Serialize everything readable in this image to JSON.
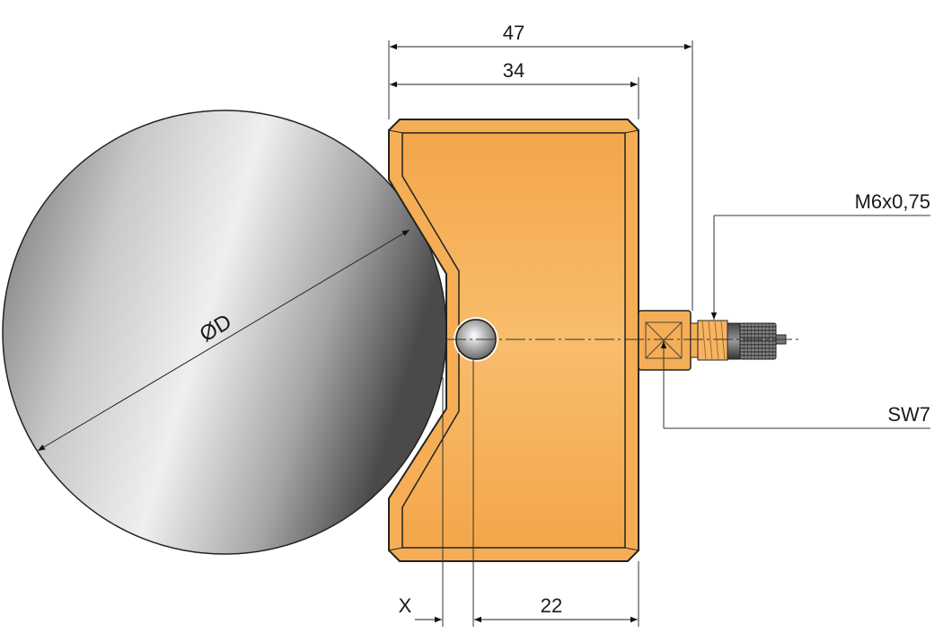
{
  "dimensions": {
    "overall_length": "47",
    "body_length": "34",
    "offset": "22",
    "x_label": "X",
    "diameter_label": "ØD",
    "thread_label": "M6x0,75",
    "wrench_label": "SW7"
  },
  "colors": {
    "body": "#f5a94a",
    "body_light": "#f9c27a",
    "outline": "#222222",
    "shaft": "#9a9a9a"
  }
}
